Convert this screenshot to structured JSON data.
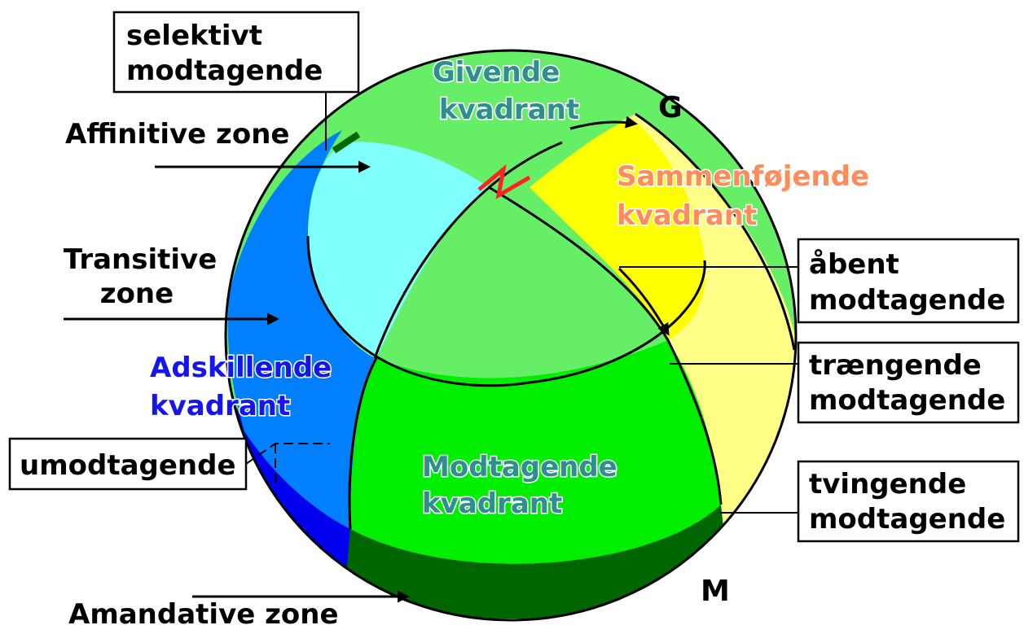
{
  "colors": {
    "givende": "#66ee66",
    "affinitive_zone": "#80ffff",
    "sammenfojende": "#ffff00",
    "sammenfojende_outer": "#ffff88",
    "adskillende": "#0080ff",
    "adskillende_dark": "#0000ee",
    "modtagende_light": "#66ee66",
    "modtagende": "#00ee00",
    "amandative_zone": "#006600",
    "label_teal": "#2f8f8f",
    "label_orange": "#ff8c5a",
    "label_blue": "#1515ee",
    "bolt": "#ff2222"
  },
  "quadrants": {
    "givende": [
      "Givende",
      "kvadrant"
    ],
    "sammenfojende": [
      "Sammenføjende",
      "kvadrant"
    ],
    "adskillende": [
      "Adskillende",
      "kvadrant"
    ],
    "modtagende": [
      "Modtagende",
      "kvadrant"
    ]
  },
  "zones": {
    "affinitive": "Affinitive zone",
    "transitive": [
      "Transitive",
      "zone"
    ],
    "amandative": "Amandative zone"
  },
  "callouts": {
    "selektivt": [
      "selektivt",
      "modtagende"
    ],
    "abent": [
      "åbent",
      "modtagende"
    ],
    "traengende": [
      "trængende",
      "modtagende"
    ],
    "tvingende": [
      "tvingende",
      "modtagende"
    ],
    "umodtagende": "umodtagende"
  },
  "poles": {
    "top": "G",
    "bottom": "M"
  },
  "icons": [
    "arrow-icon",
    "lightning-bolt-icon"
  ]
}
